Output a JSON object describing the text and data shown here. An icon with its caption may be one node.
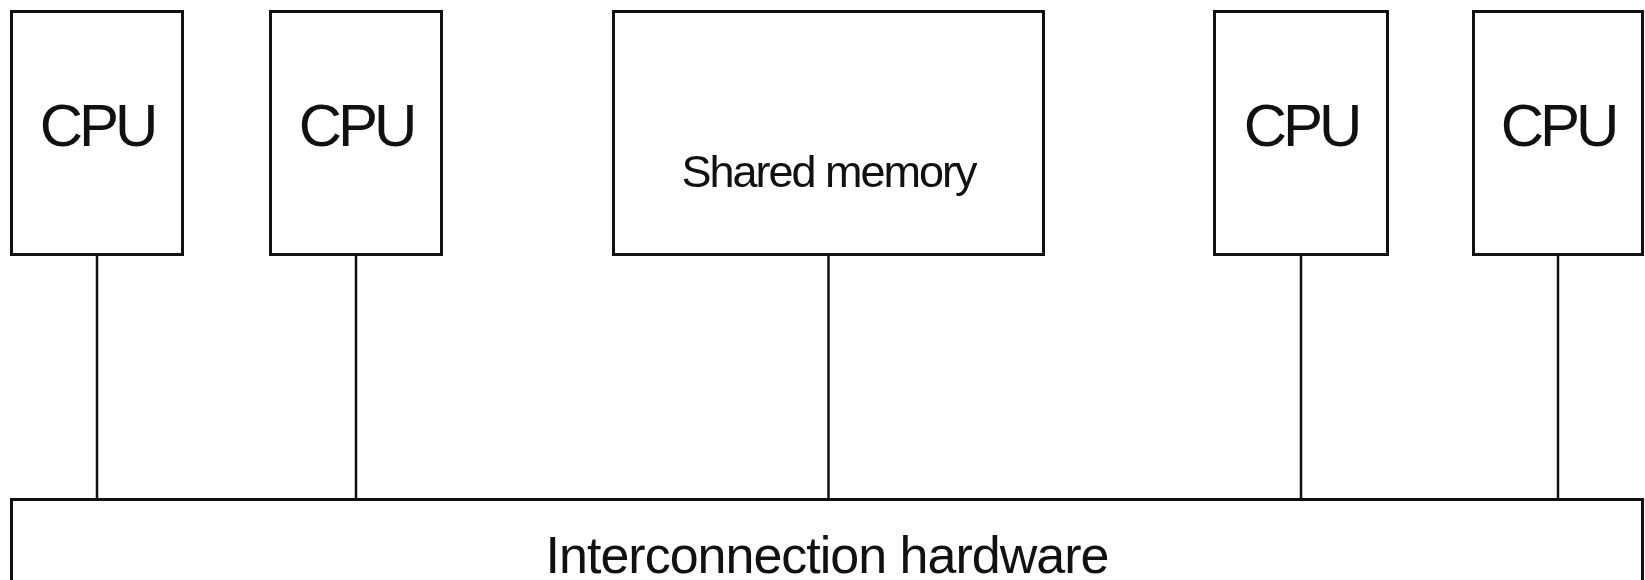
{
  "diagram": {
    "nodes": [
      {
        "text": [
          "CPU"
        ]
      },
      {
        "text": [
          "CPU"
        ]
      },
      {
        "text": [
          "Shared memory"
        ]
      },
      {
        "text": [
          "CPU"
        ]
      },
      {
        "text": [
          "CPU"
        ]
      },
      {
        "text": [
          "Interconnection hardware"
        ]
      }
    ],
    "edges": [
      {
        "from": 0,
        "to": 5,
        "arrow": "none"
      },
      {
        "from": 1,
        "to": 5,
        "arrow": "none"
      },
      {
        "from": 2,
        "to": 5,
        "arrow": "none"
      },
      {
        "from": 3,
        "to": 5,
        "arrow": "none"
      },
      {
        "from": 4,
        "to": 5,
        "arrow": "none"
      }
    ]
  }
}
